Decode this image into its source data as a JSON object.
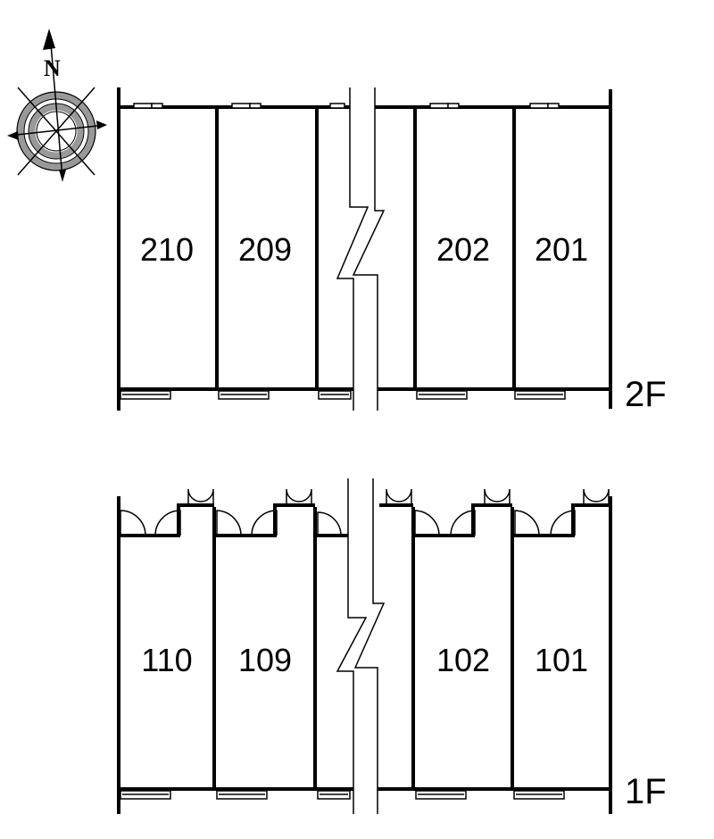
{
  "compass": {
    "label": "N",
    "icon": "compass-rose-icon"
  },
  "floors": [
    {
      "id": "2F",
      "label": "2F",
      "units": [
        "210",
        "209",
        "202",
        "201"
      ]
    },
    {
      "id": "1F",
      "label": "1F",
      "units": [
        "110",
        "109",
        "102",
        "101"
      ]
    }
  ],
  "colors": {
    "ink": "#000000",
    "compass_ring": "#999999",
    "background": "#ffffff"
  }
}
